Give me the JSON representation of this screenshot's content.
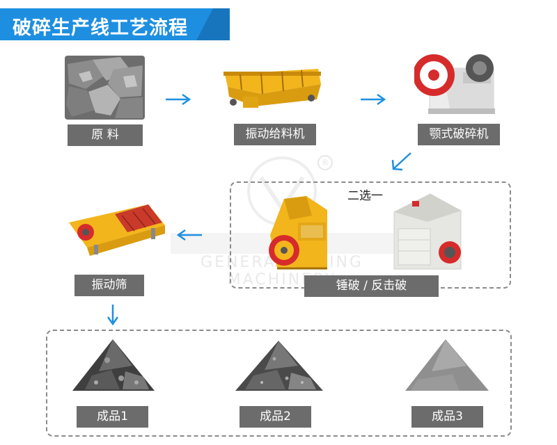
{
  "header": {
    "title": "破碎生产线工艺流程",
    "banner_color": "#1e8fe0"
  },
  "watermark": {
    "brand": "GENERAL MINING MACHINERY",
    "registered": "®"
  },
  "steps": {
    "raw": {
      "label": "原 料"
    },
    "feeder": {
      "label": "振动给料机"
    },
    "jaw": {
      "label": "颚式破碎机"
    },
    "crusher_choice": {
      "note": "二选一",
      "label": "锤破 / 反击破"
    },
    "screen": {
      "label": "振动筛"
    }
  },
  "products": [
    {
      "label": "成品1"
    },
    {
      "label": "成品2"
    },
    {
      "label": "成品3"
    }
  ],
  "colors": {
    "arrow": "#1e8fe0",
    "label_bg": "#6c6c6c",
    "machine_yellow": "#f3b51c",
    "machine_red": "#d62b2b"
  }
}
